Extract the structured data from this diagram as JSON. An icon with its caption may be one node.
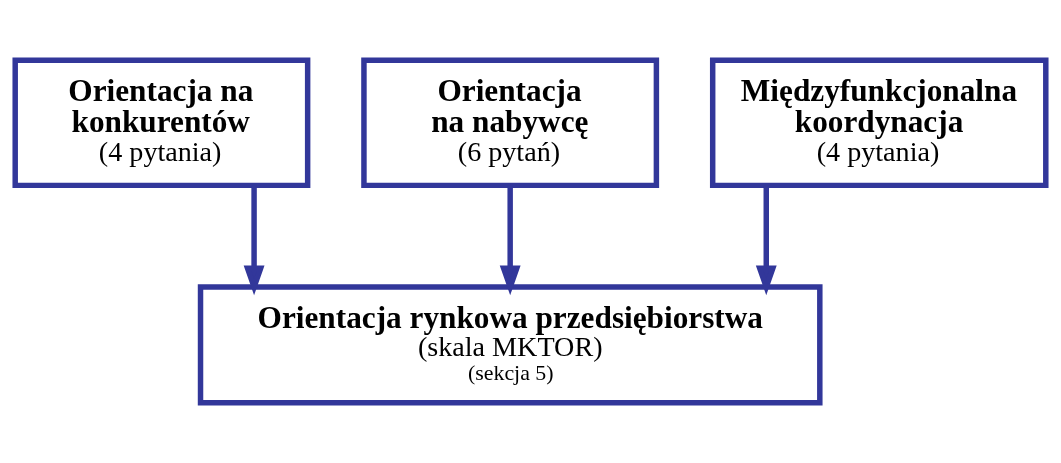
{
  "diagram": {
    "nodes": [
      {
        "text": [
          "Orientacja na konkurentów",
          "(4 pytania)"
        ]
      },
      {
        "text": [
          "Orientacja na nabywcę",
          "(6 pytań)"
        ]
      },
      {
        "text": [
          "Międzyfunkcjonalna koordynacja",
          "(4 pytania)"
        ]
      },
      {
        "text": [
          "Orientacja rynkowa przedsiębiorstwa",
          "(skala MKTOR)",
          "(sekcja 5)"
        ]
      }
    ],
    "edges": [
      {
        "from": 0,
        "to": 3,
        "arrow": "to"
      },
      {
        "from": 1,
        "to": 3,
        "arrow": "to"
      },
      {
        "from": 2,
        "to": 3,
        "arrow": "to"
      }
    ]
  }
}
